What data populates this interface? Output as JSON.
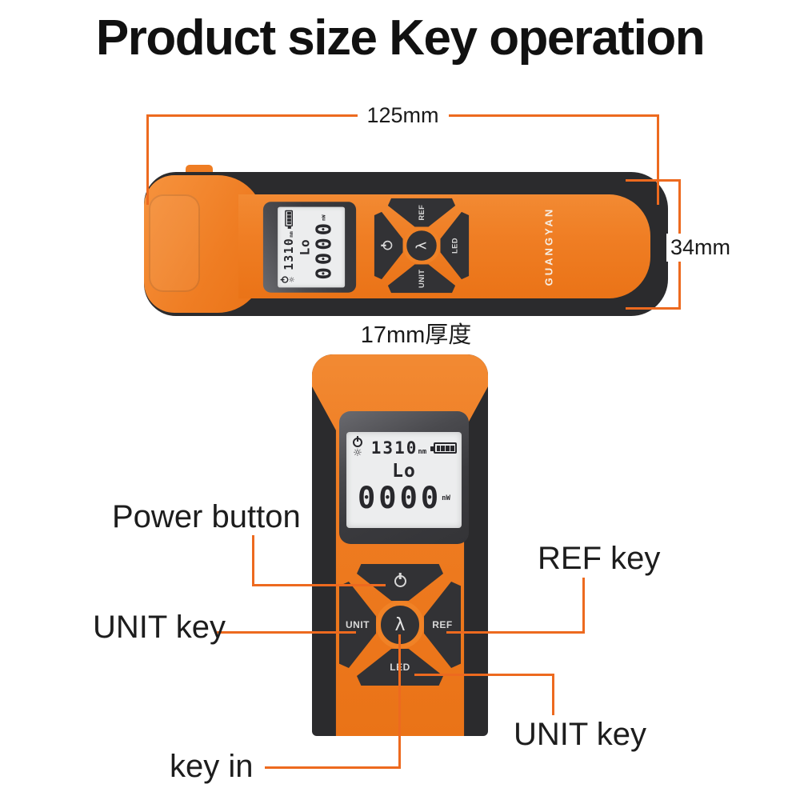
{
  "title": "Product size Key operation",
  "dimensions": {
    "width": "125mm",
    "height": "34mm",
    "thickness": "17mm厚度"
  },
  "device": {
    "brand": "GUANGYAN",
    "colors": {
      "accent": "#ED6A1F",
      "body_orange": "#EF7D23",
      "body_dark": "#2B2B2D",
      "key_dark": "#323235",
      "lcd_background": "#ECEDEE"
    },
    "lcd": {
      "wavelength": "1310",
      "wavelength_unit": "nm",
      "mode": "Lo",
      "value": "0000",
      "value_unit": "nW",
      "brightness_glyph": "☼",
      "status_icons": [
        "power-indicator-icon",
        "brightness-icon",
        "battery-icon"
      ]
    },
    "keys": {
      "power_icon": "power-key-icon",
      "unit": "UNIT",
      "ref": "REF",
      "led": "LED",
      "lambda": "λ"
    }
  },
  "callouts": {
    "power": "Power button",
    "unit_left": "UNIT key",
    "ref": "REF key",
    "unit_bottom_right": "UNIT key",
    "key_in": "key in"
  }
}
